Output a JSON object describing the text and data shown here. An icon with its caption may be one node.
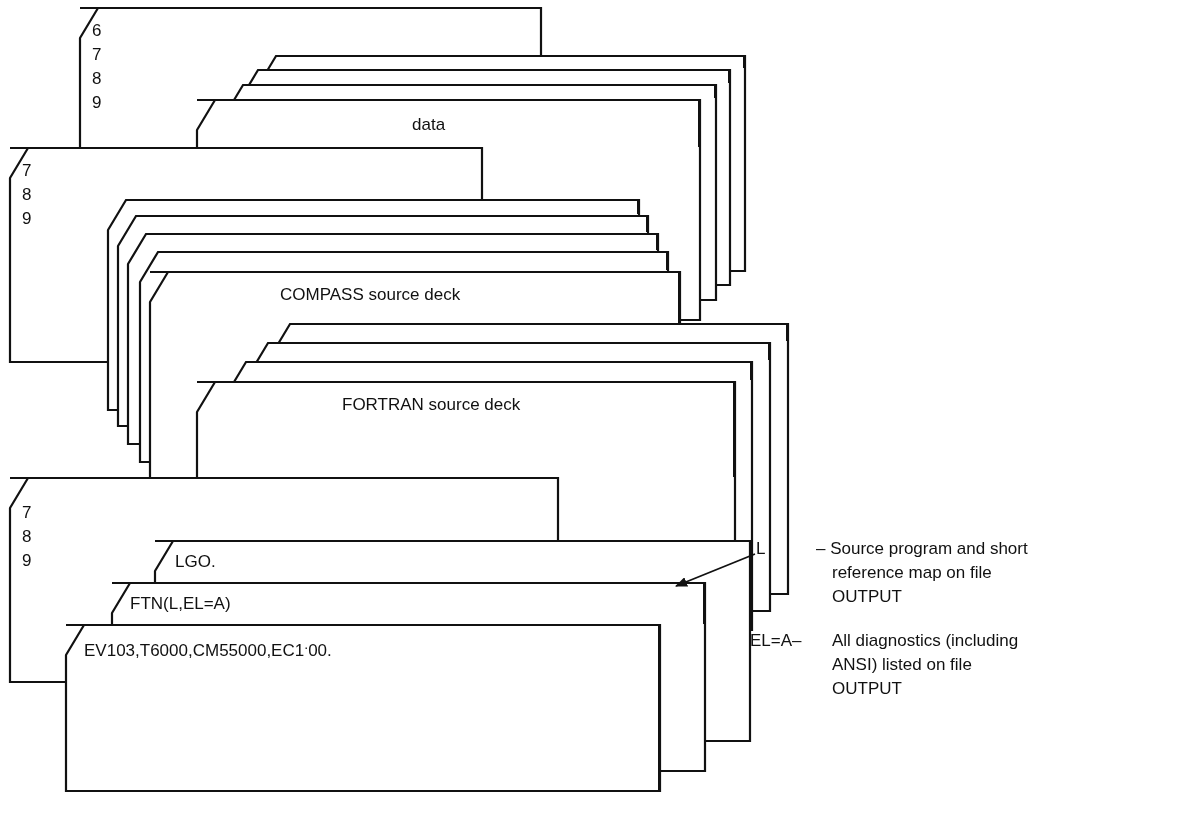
{
  "diagram": {
    "nodes": [
      {
        "text": [
          "6 7 8 9"
        ]
      },
      {
        "text": [],
        "shape": "box"
      },
      {
        "text": [],
        "shape": "box"
      },
      {
        "text": [],
        "shape": "box"
      },
      {
        "text": [
          "data"
        ]
      },
      {
        "text": [
          "7 8 9"
        ]
      },
      {
        "text": [],
        "shape": "box"
      },
      {
        "text": [],
        "shape": "box"
      },
      {
        "text": [],
        "shape": "box"
      },
      {
        "text": [],
        "shape": "box"
      },
      {
        "text": [
          "COMPASS source deck"
        ]
      },
      {
        "text": [],
        "shape": "box"
      },
      {
        "text": [],
        "shape": "box"
      },
      {
        "text": [],
        "shape": "box"
      },
      {
        "text": [
          "FORTRAN source deck"
        ]
      },
      {
        "text": [
          "7 8 9"
        ]
      },
      {
        "text": [
          "LGO."
        ]
      },
      {
        "text": [
          "FTN(L,EL=A)"
        ]
      },
      {
        "text": [
          "EV103,T6000,CM55000,EC1$^{.}$00."
        ]
      },
      {
        "text": [
          "L"
        ]
      }
    ],
    "edges": [
      {
        "from": 19,
        "to": 17,
        "arrow": "to"
      }
    ],
    "labels": [
      "– Source program and short reference map on file OUTPUT",
      "EL=A–",
      "All diagnostics (including ANSI) listed on file OUTPUT"
    ]
  }
}
